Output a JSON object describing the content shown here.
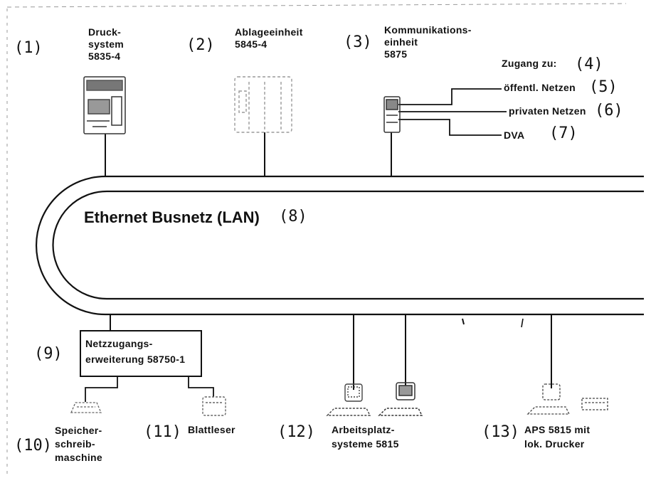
{
  "title": {
    "text": "Ethernet Busnetz (LAN)",
    "num": "(8)"
  },
  "devices": [
    {
      "num": "(1)",
      "lines": [
        "Druck-",
        "system",
        "5835-4"
      ]
    },
    {
      "num": "(2)",
      "lines": [
        "Ablageeinheit",
        "5845-4"
      ]
    },
    {
      "num": "(3)",
      "lines": [
        "Kommunikations-",
        "einheit",
        "5875"
      ]
    }
  ],
  "access": {
    "header": "Zugang zu:",
    "header_num": "(4)",
    "items": [
      {
        "label": "öffentl. Netzen",
        "num": "(5)"
      },
      {
        "label": "privaten Netzen",
        "num": "(6)"
      },
      {
        "label": "DVA",
        "num": "(7)"
      }
    ]
  },
  "extension": {
    "num": "(9)",
    "lines": [
      "Netzzugangs-",
      "erweiterung  58750-1"
    ]
  },
  "bottom_devices": [
    {
      "num": "(10)",
      "lines": [
        "Speicher-",
        "schreib-",
        "maschine"
      ]
    },
    {
      "num": "(11)",
      "lines": [
        "Blattleser"
      ]
    },
    {
      "num": "(12)",
      "lines": [
        "Arbeitsplatz-",
        "systeme 5815"
      ]
    },
    {
      "num": "(13)",
      "lines": [
        "APS 5815 mit",
        "lok. Drucker"
      ]
    }
  ],
  "colors": {
    "ink": "#111111",
    "paper": "#ffffff",
    "gray": "#9a9a9a"
  }
}
